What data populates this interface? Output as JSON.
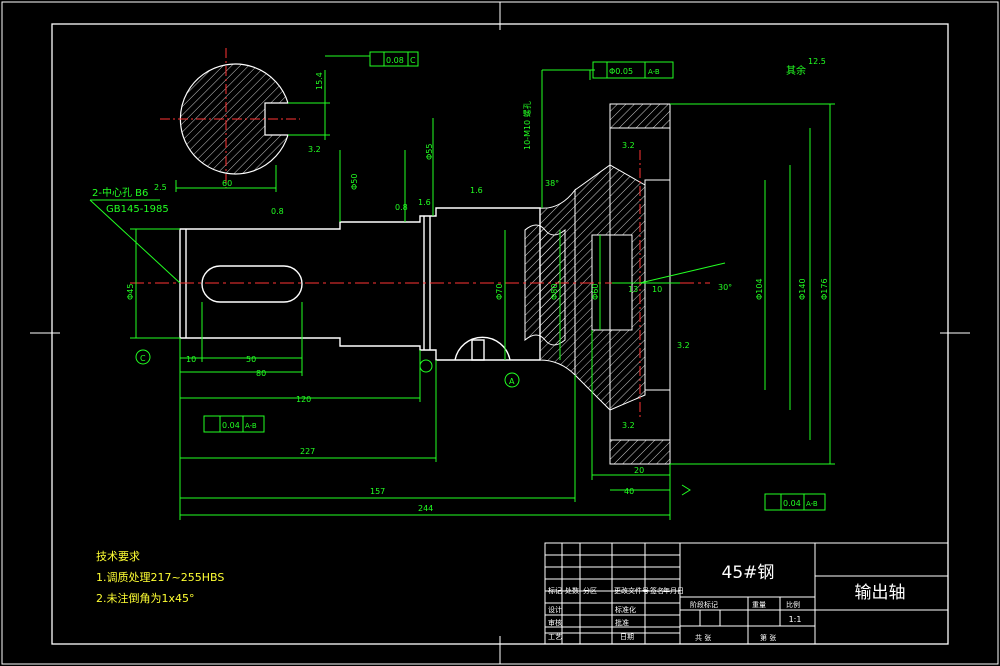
{
  "title_block": {
    "material": "45#钢",
    "part_name": "输出轴",
    "scale": "1:1",
    "rows": [
      "标记",
      "处数",
      "分区",
      "更改文件号",
      "签名",
      "年月日"
    ],
    "labels": {
      "designer": "设计",
      "standard": "标准化",
      "stage_mark": "阶段标记",
      "weight": "重量",
      "ratio": "比例",
      "checker": "审核",
      "process": "工艺",
      "approve": "批准",
      "sheets_total": "共 张",
      "sheet_no": "第 张",
      "date": "日期"
    }
  },
  "tech_requirements": {
    "heading": "技术要求",
    "items": [
      "1.调质处理217~255HBS",
      "2.未注倒角为1x45°"
    ]
  },
  "annotations": {
    "center_hole": "2-中心孔 B6",
    "center_hole_std": "GB145-1985",
    "remaining_roughness_label": "其余",
    "remaining_roughness": "12.5",
    "ra_08": "0.8",
    "ra_16": "1.6",
    "ra_32": "3.2",
    "ra_25": "2.5",
    "runout_1": "0.04",
    "runout_1_ref": "A-B",
    "runout_2": "0.04",
    "runout_2_ref": "A-B",
    "sym_tol": "0.08",
    "sym_ref": "C",
    "pos_tol": "Φ0.05",
    "pos_ref": "A-B",
    "datum_a": "A",
    "datum_c": "C",
    "angle_30": "30°",
    "angle_38": "38°",
    "taper": "10-M10 螺孔",
    "keyway_depth": "15.4",
    "keyway_dim": "60"
  },
  "dimensions": {
    "d10": "10",
    "d50": "50",
    "d80": "80",
    "d120": "120",
    "d227": "227",
    "d157": "157",
    "d244": "244",
    "d20": "20",
    "d40": "40",
    "d13": "13",
    "d10b": "10",
    "phi45": "Φ45",
    "phi50": "Φ50",
    "phi55": "Φ55",
    "phi70": "Φ70",
    "phi104": "Φ104",
    "phi140": "Φ140",
    "phi176": "Φ176",
    "phi80": "Φ80",
    "phi60": "Φ60"
  }
}
